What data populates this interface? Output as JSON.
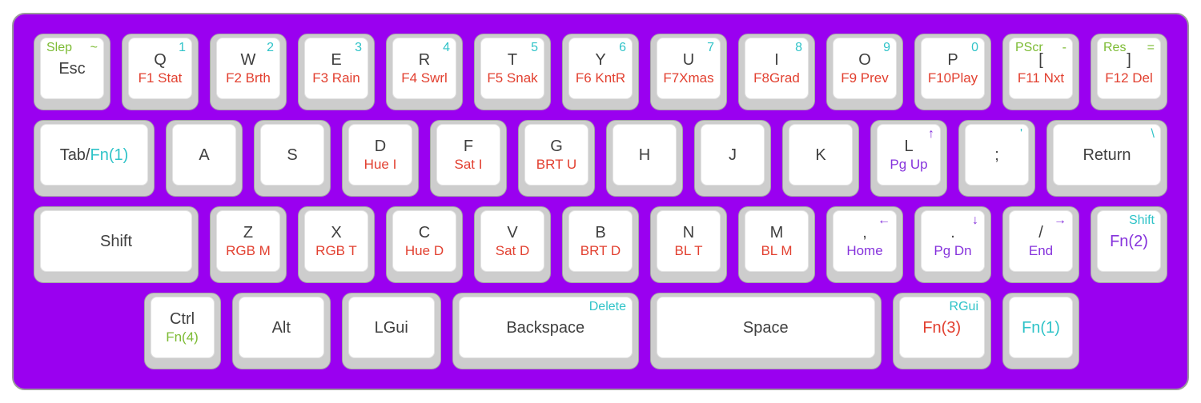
{
  "colors": {
    "background": "#9A00F0",
    "key_base": "#CDCDCD",
    "key_top": "#FFFFFF",
    "text": "#3F3F3F",
    "teal": "#2FC3C8",
    "red": "#E24030",
    "purple": "#8633DC",
    "green": "#7CBB33"
  },
  "keyboard": {
    "rows": [
      {
        "keys": [
          {
            "id": "esc",
            "w": 1,
            "tl": [
              "Slep",
              "green"
            ],
            "tr": [
              "~",
              "green"
            ],
            "main": [
              [
                "Esc",
                "text"
              ]
            ]
          },
          {
            "id": "q",
            "w": 1,
            "tr": [
              "1",
              "teal"
            ],
            "main": [
              [
                "Q",
                "text"
              ]
            ],
            "sub": [
              [
                "F1 Stat",
                "red"
              ]
            ]
          },
          {
            "id": "w",
            "w": 1,
            "tr": [
              "2",
              "teal"
            ],
            "main": [
              [
                "W",
                "text"
              ]
            ],
            "sub": [
              [
                "F2 Brth",
                "red"
              ]
            ]
          },
          {
            "id": "e",
            "w": 1,
            "tr": [
              "3",
              "teal"
            ],
            "main": [
              [
                "E",
                "text"
              ]
            ],
            "sub": [
              [
                "F3 Rain",
                "red"
              ]
            ]
          },
          {
            "id": "r",
            "w": 1,
            "tr": [
              "4",
              "teal"
            ],
            "main": [
              [
                "R",
                "text"
              ]
            ],
            "sub": [
              [
                "F4 Swrl",
                "red"
              ]
            ]
          },
          {
            "id": "t",
            "w": 1,
            "tr": [
              "5",
              "teal"
            ],
            "main": [
              [
                "T",
                "text"
              ]
            ],
            "sub": [
              [
                "F5 Snak",
                "red"
              ]
            ]
          },
          {
            "id": "y",
            "w": 1,
            "tr": [
              "6",
              "teal"
            ],
            "main": [
              [
                "Y",
                "text"
              ]
            ],
            "sub": [
              [
                "F6 KntR",
                "red"
              ]
            ]
          },
          {
            "id": "u",
            "w": 1,
            "tr": [
              "7",
              "teal"
            ],
            "main": [
              [
                "U",
                "text"
              ]
            ],
            "sub": [
              [
                "F7Xmas",
                "red"
              ]
            ]
          },
          {
            "id": "i",
            "w": 1,
            "tr": [
              "8",
              "teal"
            ],
            "main": [
              [
                "I",
                "text"
              ]
            ],
            "sub": [
              [
                "F8Grad",
                "red"
              ]
            ]
          },
          {
            "id": "o",
            "w": 1,
            "tr": [
              "9",
              "teal"
            ],
            "main": [
              [
                "O",
                "text"
              ]
            ],
            "sub": [
              [
                "F9 Prev",
                "red"
              ]
            ]
          },
          {
            "id": "p",
            "w": 1,
            "tr": [
              "0",
              "teal"
            ],
            "main": [
              [
                "P",
                "text"
              ]
            ],
            "sub": [
              [
                "F10Play",
                "red"
              ]
            ]
          },
          {
            "id": "lbracket",
            "w": 1,
            "tl": [
              "PScr",
              "green"
            ],
            "tr": [
              "-",
              "green"
            ],
            "main": [
              [
                "[",
                "text"
              ]
            ],
            "sub": [
              [
                "F11 Nxt",
                "red"
              ]
            ]
          },
          {
            "id": "rbracket",
            "w": 1,
            "tl": [
              "Res",
              "green"
            ],
            "tr": [
              "=",
              "green"
            ],
            "main": [
              [
                "]",
                "text"
              ]
            ],
            "sub": [
              [
                "F12 Del",
                "red"
              ]
            ]
          }
        ]
      },
      {
        "keys": [
          {
            "id": "tab",
            "w": 1.5,
            "main": [
              [
                "Tab/",
                "text"
              ],
              [
                "Fn(1)",
                "teal"
              ]
            ]
          },
          {
            "id": "a",
            "w": 1,
            "main": [
              [
                "A",
                "text"
              ]
            ]
          },
          {
            "id": "s",
            "w": 1,
            "main": [
              [
                "S",
                "text"
              ]
            ]
          },
          {
            "id": "d",
            "w": 1,
            "main": [
              [
                "D",
                "text"
              ]
            ],
            "sub": [
              [
                "Hue I",
                "red"
              ]
            ]
          },
          {
            "id": "f",
            "w": 1,
            "main": [
              [
                "F",
                "text"
              ]
            ],
            "sub": [
              [
                "Sat I",
                "red"
              ]
            ]
          },
          {
            "id": "g",
            "w": 1,
            "main": [
              [
                "G",
                "text"
              ]
            ],
            "sub": [
              [
                "BRT U",
                "red"
              ]
            ]
          },
          {
            "id": "h",
            "w": 1,
            "main": [
              [
                "H",
                "text"
              ]
            ]
          },
          {
            "id": "j",
            "w": 1,
            "main": [
              [
                "J",
                "text"
              ]
            ]
          },
          {
            "id": "k",
            "w": 1,
            "main": [
              [
                "K",
                "text"
              ]
            ]
          },
          {
            "id": "l",
            "w": 1,
            "tr": [
              "↑",
              "purple"
            ],
            "main": [
              [
                "L",
                "text"
              ]
            ],
            "sub": [
              [
                "Pg Up",
                "purple"
              ]
            ]
          },
          {
            "id": "semicolon",
            "w": 1,
            "tr": [
              "'",
              "teal"
            ],
            "main": [
              [
                ";",
                "text"
              ]
            ]
          },
          {
            "id": "return",
            "w": 1.5,
            "tr": [
              "\\",
              "teal"
            ],
            "main": [
              [
                "Return",
                "text"
              ]
            ]
          }
        ]
      },
      {
        "keys": [
          {
            "id": "shift",
            "w": 2,
            "main": [
              [
                "Shift",
                "text"
              ]
            ]
          },
          {
            "id": "z",
            "w": 1,
            "main": [
              [
                "Z",
                "text"
              ]
            ],
            "sub": [
              [
                "RGB M",
                "red"
              ]
            ]
          },
          {
            "id": "x",
            "w": 1,
            "main": [
              [
                "X",
                "text"
              ]
            ],
            "sub": [
              [
                "RGB T",
                "red"
              ]
            ]
          },
          {
            "id": "c",
            "w": 1,
            "main": [
              [
                "C",
                "text"
              ]
            ],
            "sub": [
              [
                "Hue D",
                "red"
              ]
            ]
          },
          {
            "id": "v",
            "w": 1,
            "main": [
              [
                "V",
                "text"
              ]
            ],
            "sub": [
              [
                "Sat D",
                "red"
              ]
            ]
          },
          {
            "id": "b",
            "w": 1,
            "main": [
              [
                "B",
                "text"
              ]
            ],
            "sub": [
              [
                "BRT D",
                "red"
              ]
            ]
          },
          {
            "id": "n",
            "w": 1,
            "main": [
              [
                "N",
                "text"
              ]
            ],
            "sub": [
              [
                "BL T",
                "red"
              ]
            ]
          },
          {
            "id": "m",
            "w": 1,
            "main": [
              [
                "M",
                "text"
              ]
            ],
            "sub": [
              [
                "BL M",
                "red"
              ]
            ]
          },
          {
            "id": "comma",
            "w": 1,
            "tr": [
              "←",
              "purple"
            ],
            "main": [
              [
                ",",
                "text"
              ]
            ],
            "sub": [
              [
                "Home",
                "purple"
              ]
            ]
          },
          {
            "id": "period",
            "w": 1,
            "tr": [
              "↓",
              "purple"
            ],
            "main": [
              [
                ".",
                "text"
              ]
            ],
            "sub": [
              [
                "Pg Dn",
                "purple"
              ]
            ]
          },
          {
            "id": "slash",
            "w": 1,
            "tr": [
              "→",
              "purple"
            ],
            "main": [
              [
                "/",
                "text"
              ]
            ],
            "sub": [
              [
                "End",
                "purple"
              ]
            ]
          },
          {
            "id": "fn2",
            "w": 1,
            "tr": [
              "Shift",
              "teal"
            ],
            "main": [
              [
                "Fn(2)",
                "purple"
              ]
            ]
          }
        ]
      },
      {
        "keys": [
          {
            "spacer": true,
            "w": 1.25
          },
          {
            "id": "ctrl",
            "w": 1,
            "main": [
              [
                "Ctrl",
                "text"
              ]
            ],
            "sub": [
              [
                "Fn(4)",
                "green"
              ]
            ]
          },
          {
            "id": "alt",
            "w": 1.25,
            "main": [
              [
                "Alt",
                "text"
              ]
            ]
          },
          {
            "id": "lgui",
            "w": 1.25,
            "main": [
              [
                "LGui",
                "text"
              ]
            ]
          },
          {
            "id": "backspace",
            "w": 2.25,
            "tr": [
              "Delete",
              "teal"
            ],
            "main": [
              [
                "Backspace",
                "text"
              ]
            ]
          },
          {
            "id": "space",
            "w": 2.75,
            "main": [
              [
                "Space",
                "text"
              ]
            ]
          },
          {
            "id": "fn3",
            "w": 1.25,
            "tr": [
              "RGui",
              "teal"
            ],
            "main": [
              [
                "Fn(3)",
                "red"
              ]
            ]
          },
          {
            "id": "fn1",
            "w": 1,
            "main": [
              [
                "Fn(1)",
                "teal"
              ]
            ]
          },
          {
            "spacer": true,
            "w": 1
          }
        ]
      }
    ]
  }
}
